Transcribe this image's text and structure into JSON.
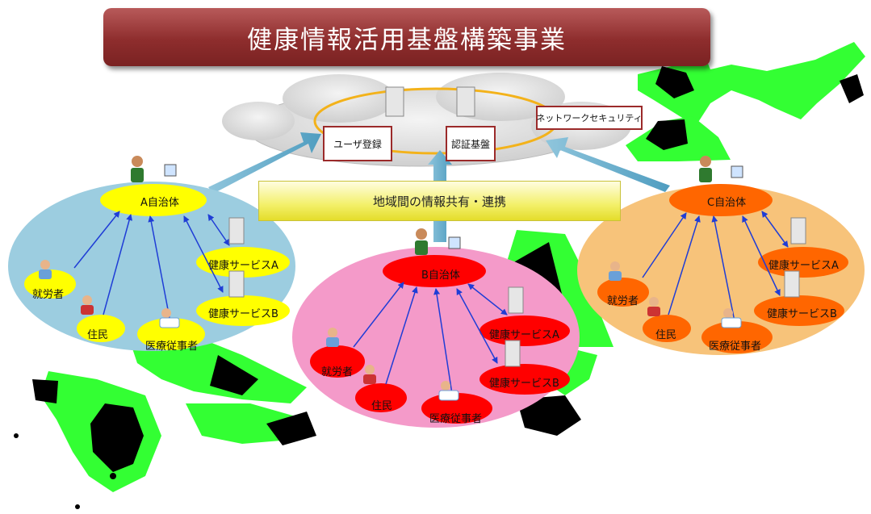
{
  "title": "健康情報活用基盤構築事業",
  "cloud": {
    "user_registration": "ユーザ登録",
    "auth_platform": "認証基盤",
    "network_security": "ネットワークセキュリティ"
  },
  "banner": "地域間の情報共有・連携",
  "regions": [
    {
      "hub": "A自治体",
      "workers": "就労者",
      "residents": "住民",
      "medical": "医療従事者",
      "service_a": "健康サービスA",
      "service_b": "健康サービスB"
    },
    {
      "hub": "B自治体",
      "workers": "就労者",
      "residents": "住民",
      "medical": "医療従事者",
      "service_a": "健康サービスA",
      "service_b": "健康サービスB"
    },
    {
      "hub": "C自治体",
      "workers": "就労者",
      "residents": "住民",
      "medical": "医療従事者",
      "service_a": "健康サービスA",
      "service_b": "健康サービスB"
    }
  ],
  "colors": {
    "title_bg": "#8e2d2d",
    "map_land": "#33ff33",
    "map_dark": "#000000",
    "region_a_bg": "#9ccde0",
    "region_b_bg": "#f49ac9",
    "region_c_bg": "#f7c37a",
    "node_a": "#ffff00",
    "node_b": "#ff0000",
    "node_c": "#ff6600"
  }
}
